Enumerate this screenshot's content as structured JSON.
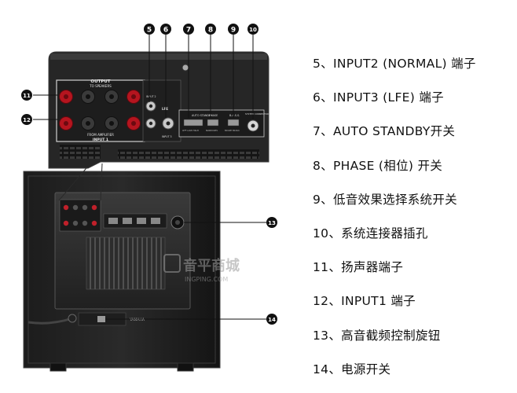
{
  "legend": [
    {
      "label": "5、INPUT2 (NORMAL) 端子"
    },
    {
      "label": "6、INPUT3 (LFE) 端子"
    },
    {
      "label": "7、AUTO STANDBY开关"
    },
    {
      "label": "8、PHASE (相位) 开关"
    },
    {
      "label": "9、低音效果选择系统开关"
    },
    {
      "label": "10、系统连接器插孔"
    },
    {
      "label": "11、扬声器端子"
    },
    {
      "label": "12、INPUT1 端子"
    },
    {
      "label": "13、高音截频控制旋钮"
    },
    {
      "label": "14、电源开关"
    }
  ],
  "callouts": {
    "c5": "5",
    "c6": "6",
    "c7": "7",
    "c8": "8",
    "c9": "9",
    "c10": "10",
    "c11": "11",
    "c12": "12",
    "c13": "13",
    "c14": "14"
  },
  "panel_text": {
    "output": "OUTPUT",
    "to_speakers": "TO SPEAKERS",
    "from_amplifier": "FROM AMPLIFIER",
    "input1": "INPUT 1",
    "input2": "INPUT 2",
    "input3": "INPUT 3",
    "lfe": "LFE",
    "auto_standby": "AUTO STANDBY",
    "phase": "PHASE",
    "bass": "B.A.S.S.",
    "system_connector": "SYSTEM CONNECTOR",
    "sw_off": "OFF  LOW  HIGH",
    "phase_opts": "NORM  REV",
    "bass_opts": "MOVIE  MUSIC"
  },
  "brand": "YAMAHA",
  "watermark": {
    "main": "音平商城",
    "sub": "INGPING.COM"
  }
}
